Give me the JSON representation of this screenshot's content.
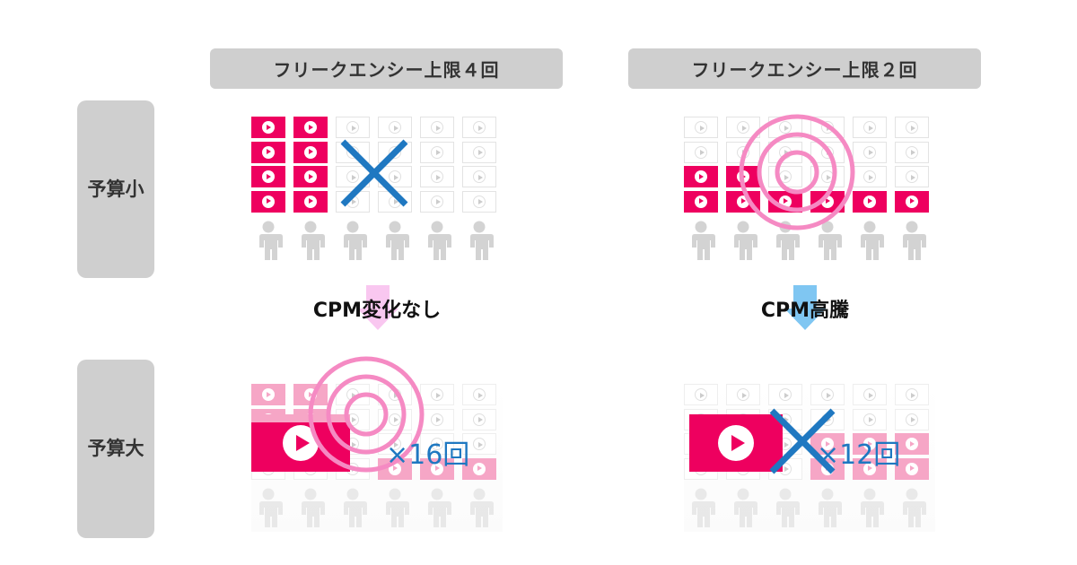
{
  "columns": [
    {
      "header": "フリークエンシー上限４回"
    },
    {
      "header": "フリークエンシー上限２回"
    }
  ],
  "rows": [
    {
      "label_line1": "予算",
      "label_line2": "小"
    },
    {
      "label_line1": "予算",
      "label_line2": "大"
    }
  ],
  "transitions": [
    {
      "label": "CPM変化なし",
      "arrow_color": "#f9c7f0"
    },
    {
      "label": "CPM高騰",
      "arrow_color": "#7fc6f2"
    }
  ],
  "panels": {
    "small_cap4": {
      "impressions_per_person": [
        4,
        4,
        0,
        0,
        0,
        0
      ]
    },
    "small_cap2": {
      "impressions_per_person": [
        2,
        2,
        1,
        1,
        1,
        1
      ]
    },
    "large_cap4": {
      "frequency_label": "×16回"
    },
    "large_cap2": {
      "frequency_label": "×12回"
    }
  },
  "colors": {
    "active_ad": "#ee005f",
    "faded_ad": "#f6a6c6",
    "person": "#d3d3d3",
    "cross": "#1f78c1",
    "target_rings": "#f58ac3",
    "label_bg": "#cfcfcf"
  }
}
